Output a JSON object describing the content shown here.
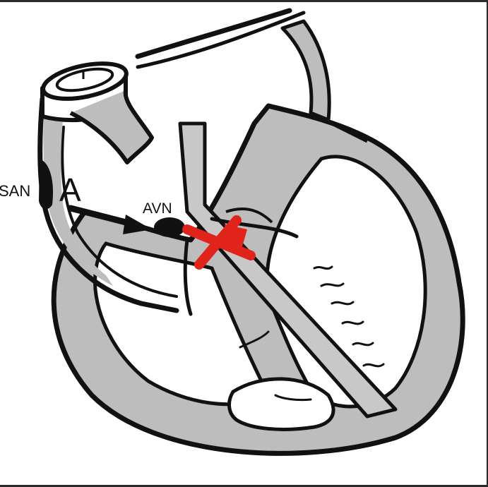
{
  "diagram": {
    "labels": {
      "sinoatrial_node": "SAN",
      "panel_letter": "A",
      "atrioventricular_node": "AVN"
    },
    "colors": {
      "outline": "#111111",
      "muscle": "#bdbdbd",
      "background": "#ffffff",
      "block_mark": "#e0231b"
    },
    "icons": [
      "arrow-icon",
      "block-x-icon"
    ]
  }
}
